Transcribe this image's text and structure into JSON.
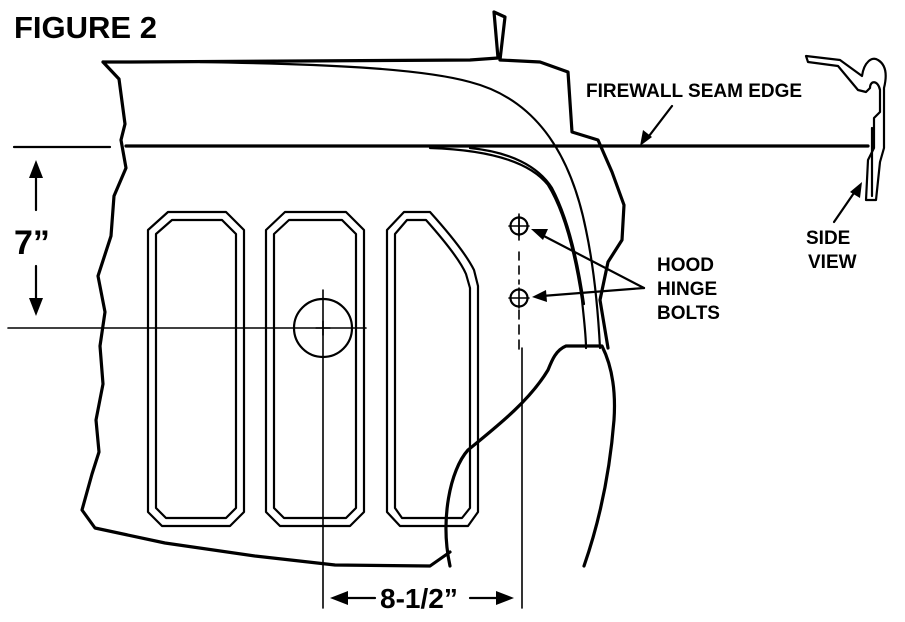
{
  "figure": {
    "title": "FIGURE 2",
    "labels": {
      "seam": "FIREWALL SEAM EDGE",
      "side_view_1": "SIDE",
      "side_view_2": "VIEW",
      "hood_1": "HOOD",
      "hood_2": "HINGE",
      "hood_3": "BOLTS"
    },
    "dimensions": {
      "vertical": "7”",
      "horizontal": "8-1/2”"
    }
  }
}
